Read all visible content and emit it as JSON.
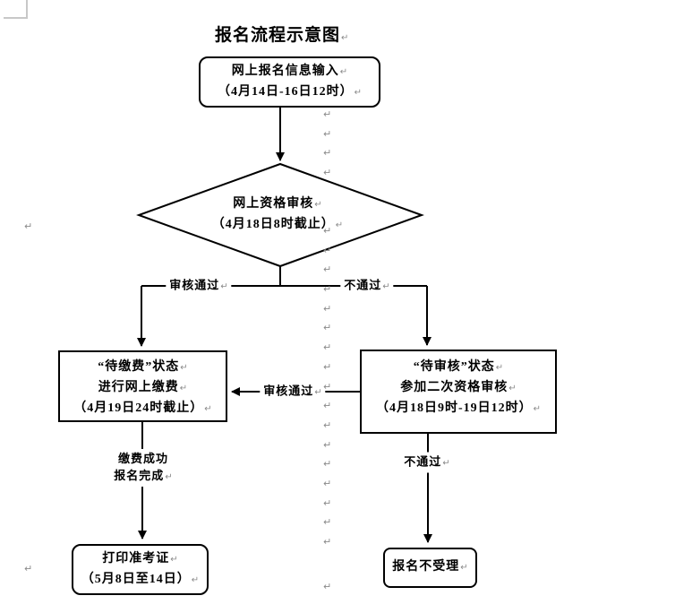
{
  "title": "报名流程示意图",
  "marks": {
    "paragraph_mark": "↵"
  },
  "nodes": {
    "start": {
      "line1": "网上报名信息输入",
      "line2": "（4月14日-16日12时）"
    },
    "review": {
      "line1": "网上资格审核",
      "line2": "（4月18日8时截止）"
    },
    "pay": {
      "line1": "“待缴费”状态",
      "line2": "进行网上缴费",
      "line3": "（4月19日24时截止）"
    },
    "second_review": {
      "line1": "“待审核”状态",
      "line2": "参加二次资格审核",
      "line3": "（4月18日9时-19日12时）"
    },
    "print": {
      "line1": "打印准考证",
      "line2": "（5月8日至14日）"
    },
    "reject": {
      "line1": "报名不受理"
    }
  },
  "edge_labels": {
    "approved_left": "审核通过",
    "not_passed_right": "不通过",
    "approved_middle": "审核通过",
    "pay_success_line1": "缴费成功",
    "pay_success_line2": "报名完成",
    "not_passed_bottom": "不通过"
  },
  "colors": {
    "line": "#000000",
    "formatting_mark": "#8a8a8a",
    "page_margin_mark": "#c8c8c8"
  }
}
